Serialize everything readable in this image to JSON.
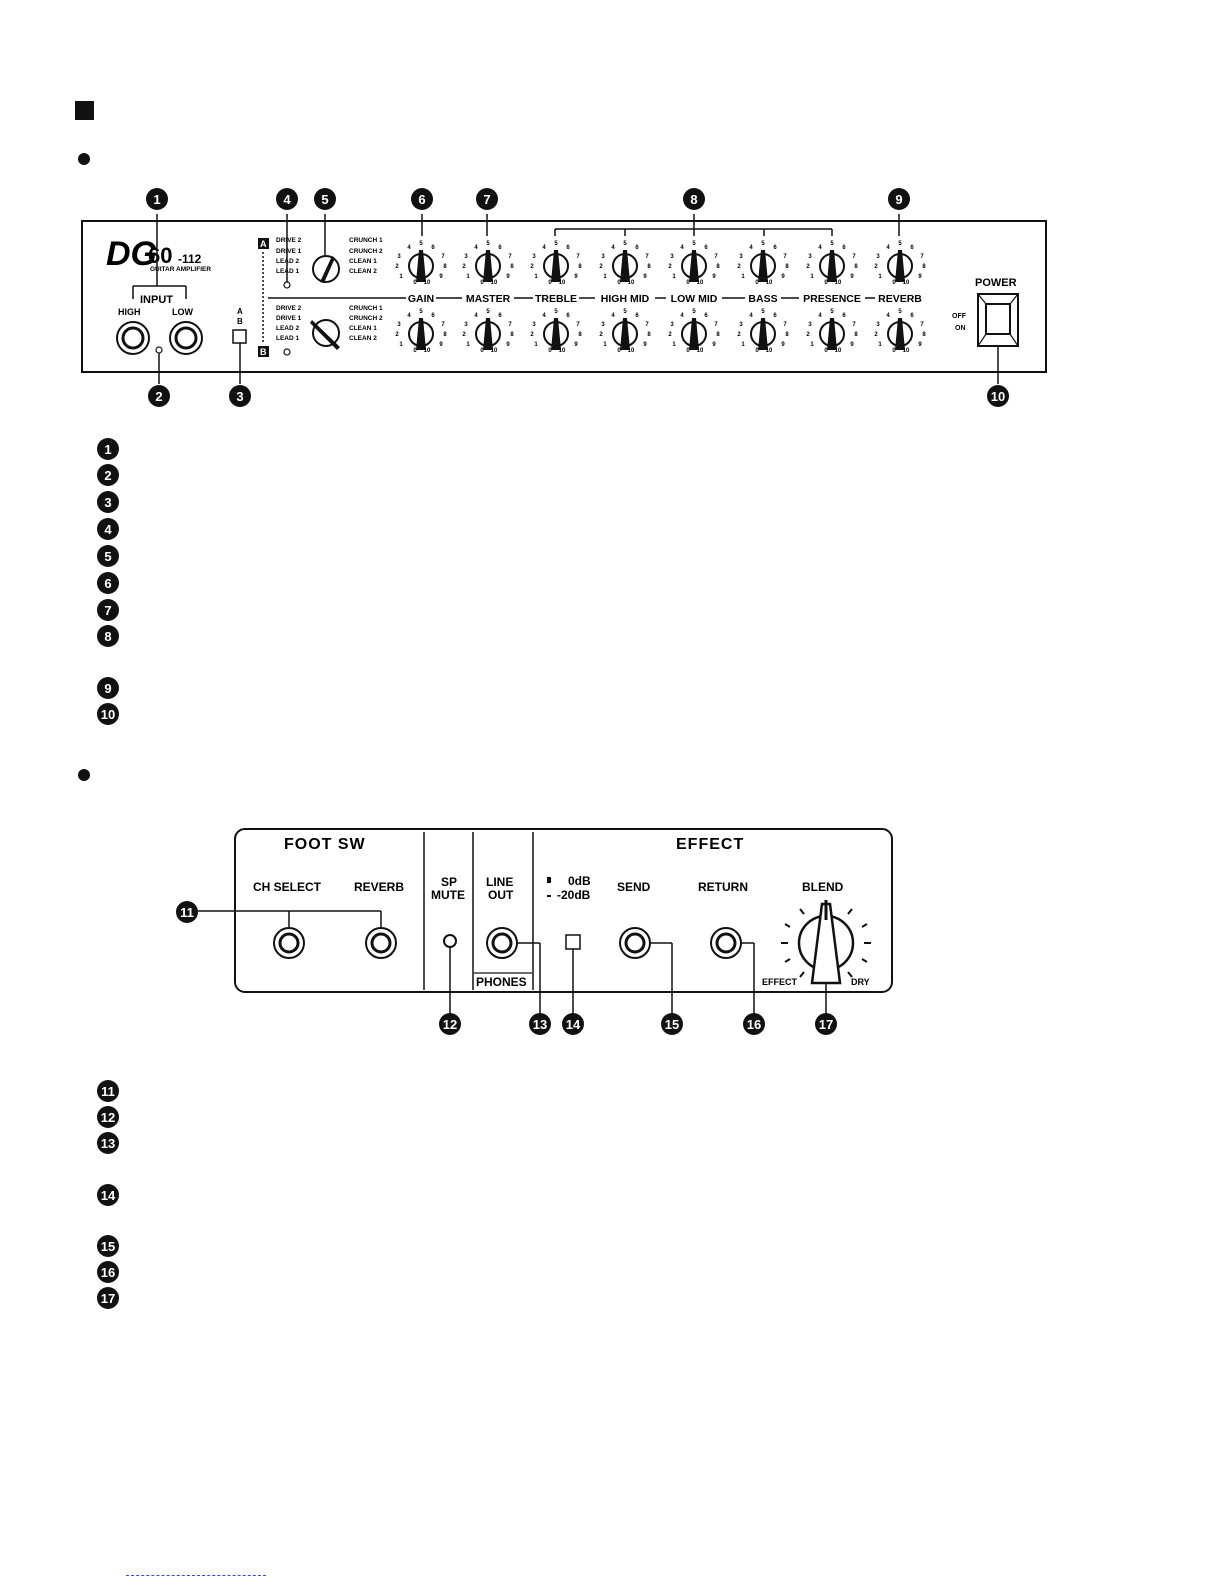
{
  "front_panel": {
    "logo_main": "DG",
    "logo_model": "60",
    "logo_suffix": "-112",
    "logo_sub": "GUITAR AMPLIFIER",
    "input_label": "INPUT",
    "input_high": "HIGH",
    "input_low": "LOW",
    "ab_switch_a": "A",
    "ab_switch_b": "B",
    "channel_a_tag": "A",
    "channel_b_tag": "B",
    "mode_left": [
      "DRIVE 2",
      "DRIVE 1",
      "LEAD 2",
      "LEAD 1"
    ],
    "mode_right": [
      "CRUNCH 1",
      "CRUNCH 2",
      "CLEAN 1",
      "CLEAN 2"
    ],
    "knob_labels": [
      "GAIN",
      "MASTER",
      "TREBLE",
      "HIGH MID",
      "LOW MID",
      "BASS",
      "PRESENCE",
      "REVERB"
    ],
    "scale": [
      "0",
      "1",
      "2",
      "3",
      "4",
      "5",
      "6",
      "7",
      "8",
      "9",
      "10"
    ],
    "power_label": "POWER",
    "power_off": "OFF",
    "power_on": "ON"
  },
  "rear_panel": {
    "foot_sw_title": "FOOT SW",
    "ch_select": "CH SELECT",
    "reverb": "REVERB",
    "sp_mute_1": "SP",
    "sp_mute_2": "MUTE",
    "line_out_1": "LINE",
    "line_out_2": "OUT",
    "phones": "PHONES",
    "effect_title": "EFFECT",
    "level_0db": "0dB",
    "level_20db": "-20dB",
    "send": "SEND",
    "return": "RETURN",
    "blend": "BLEND",
    "blend_effect": "EFFECT",
    "blend_dry": "DRY"
  },
  "front_markers": [
    "1",
    "2",
    "3",
    "4",
    "5",
    "6",
    "7",
    "8",
    "9",
    "10"
  ],
  "rear_markers": [
    "11",
    "12",
    "13",
    "14",
    "15",
    "16",
    "17"
  ]
}
